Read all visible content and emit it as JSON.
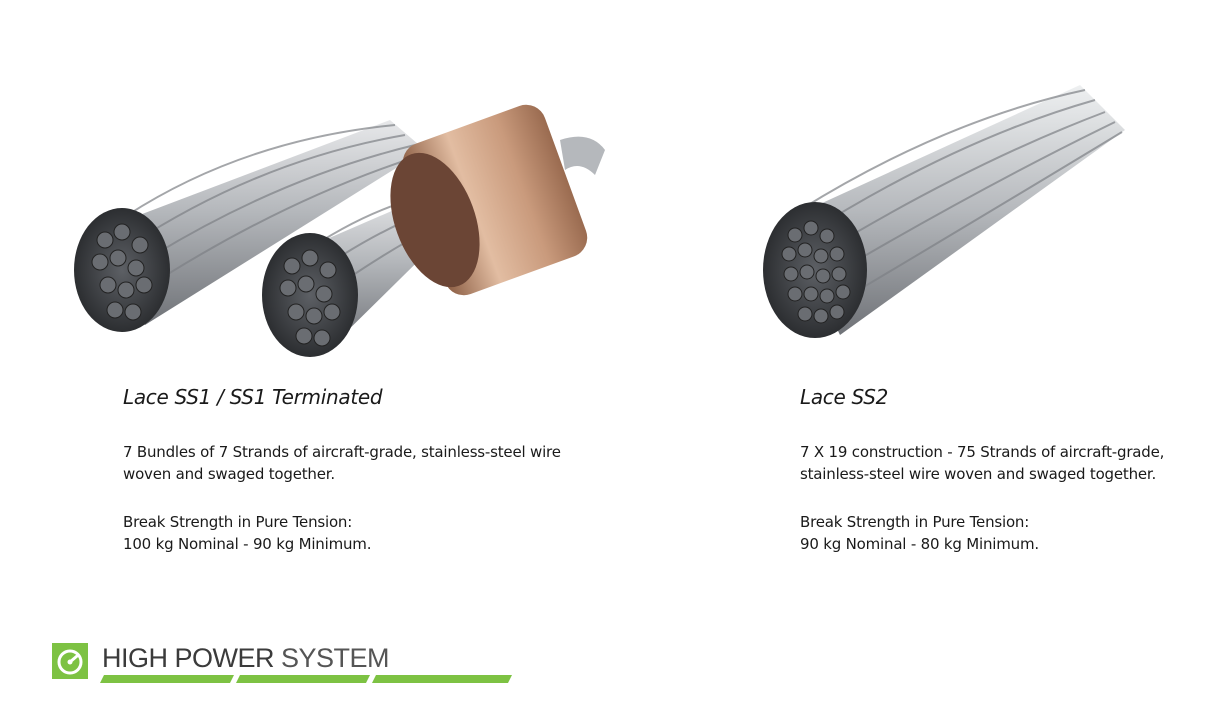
{
  "products": [
    {
      "title": "Lace SS1 / SS1 Terminated",
      "description": "7 Bundles of 7 Strands of aircraft-grade, stainless-steel wire\nwoven and swaged together.",
      "strength": "Break Strength in Pure Tension:\n100 kg Nominal - 90 kg Minimum."
    },
    {
      "title": "Lace SS2",
      "description": "7 X 19 construction - 75 Strands of  aircraft-grade,\nstainless-steel wire woven and swaged together.",
      "strength": "Break Strength in Pure Tension:\n90 kg Nominal - 80 kg Minimum."
    }
  ],
  "brand": {
    "name_bold": "HIGH POWER",
    "name_light": " SYSTEM",
    "accent": "#7dc243",
    "icon": "gauge-icon"
  },
  "colors": {
    "steel": "#a8abb0",
    "steel_dark": "#4a4d52",
    "copper": "#c99a7c"
  }
}
